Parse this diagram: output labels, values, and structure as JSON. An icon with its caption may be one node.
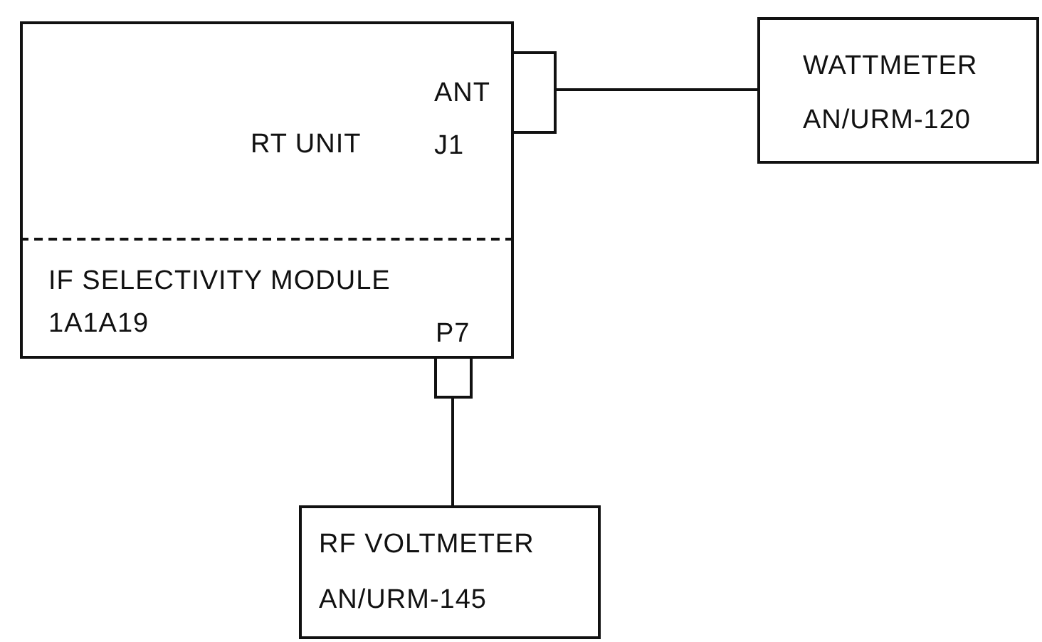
{
  "diagram": {
    "nodes": [
      {
        "text": [
          "RT UNIT",
          "ANT J1"
        ]
      },
      {
        "text": [
          "IF SELECTIVITY MODULE",
          "1A1A19",
          "P7"
        ],
        "in": 0
      },
      {
        "text": [],
        "shape": "box"
      },
      {
        "text": [
          "WATTMETER",
          "AN/URM-120"
        ]
      },
      {
        "text": [],
        "shape": "box"
      },
      {
        "text": [
          "RF VOLTMETER",
          "AN/URM-145"
        ]
      }
    ],
    "edges": [
      {
        "from": 2,
        "to": 3,
        "arrow": "none"
      },
      {
        "from": 4,
        "to": 5,
        "arrow": "none"
      }
    ]
  }
}
